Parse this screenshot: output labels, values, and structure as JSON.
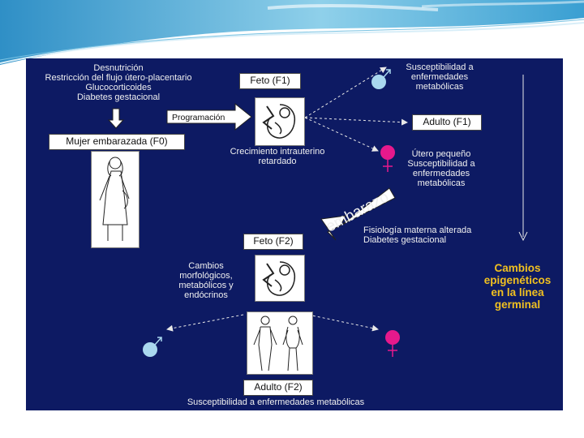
{
  "colors": {
    "panel": "#0d1a63",
    "accent": "#f0c020",
    "male": "#a9d8ef",
    "female": "#e6198c",
    "banner": "#5fb7d9"
  },
  "causes": [
    "Desnutrición",
    "Restricción del flujo útero-placentario",
    "Glucocorticoides",
    "Diabetes gestacional"
  ],
  "mother_box": "Mujer embarazada (F0)",
  "programming_label": "Programación",
  "fetus_f1_box": "Feto (F1)",
  "iugr_label": [
    "Crecimiento intrauterino",
    "retardado"
  ],
  "male_f1_label": [
    "Susceptibilidad a",
    "enfermedades",
    "metabólicas"
  ],
  "adult_f1_box": "Adulto (F1)",
  "female_f1_label": [
    "Útero pequeño",
    "Susceptibilidad a",
    "enfermedades",
    "metabólicas"
  ],
  "pregnancy_arrow_label": "embarazo",
  "maternal_label": [
    "Fisiología materna alterada",
    "Diabetes gestacional"
  ],
  "fetus_f2_box": "Feto (F2)",
  "changes_label": [
    "Cambios",
    "morfológicos,",
    "metabólicos y",
    "endócrinos"
  ],
  "epigenetic_label": [
    "Cambios",
    "epigenéticos",
    "en la línea",
    "germinal"
  ],
  "adult_f2_box": "Adulto (F2)",
  "bottom_label": "Susceptibilidad a enfermedades metabólicas",
  "icons": [
    "male-symbol-icon",
    "female-symbol-icon",
    "fetus-icon",
    "pregnant-woman-icon",
    "adult-man-woman-icon"
  ]
}
